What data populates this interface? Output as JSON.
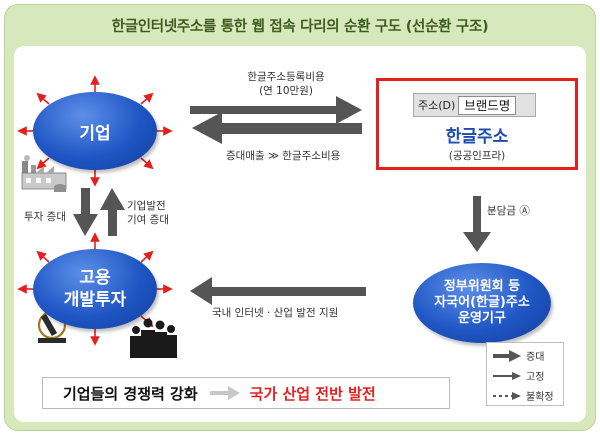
{
  "title": "한글인터넷주소를 통한 웹 접속 다리의 순환 구도 (선순환 구조)",
  "nodes": {
    "company": "기업",
    "employment_line1": "고용",
    "employment_line2": "개발투자",
    "korean_address": {
      "bar_label": "주소(D)",
      "bar_value": "브랜드명",
      "title": "한글주소",
      "subtitle": "(공공인프라)"
    },
    "authority_line1": "정부위원회 등",
    "authority_line2": "자국어(한글)주소",
    "authority_line3": "운영기구"
  },
  "edges": {
    "registration_line1": "한글주소등록비용",
    "registration_line2": "(연 10만원)",
    "sales_increase": "증대매출 ≫ 한글주소비용",
    "investment_increase": "투자 증대",
    "contribution_line1": "기업발전",
    "contribution_line2": "기여 증대",
    "fee": "분담금 Ⓐ",
    "domestic_support": "국내 인터넷 · 산업 발전 지원"
  },
  "bottom": {
    "left": "기업들의 경쟁력 강화",
    "right": "국가 산업 전반 발전"
  },
  "legend": [
    {
      "label": "증대"
    },
    {
      "label": "고정"
    },
    {
      "label": "불확정"
    }
  ],
  "colors": {
    "frame": "#d6e8bc",
    "title_text": "#3e5c20",
    "oval_blue": "#1f56c4",
    "highlight_red": "#e4201f",
    "arrow_gray": "#555555"
  }
}
